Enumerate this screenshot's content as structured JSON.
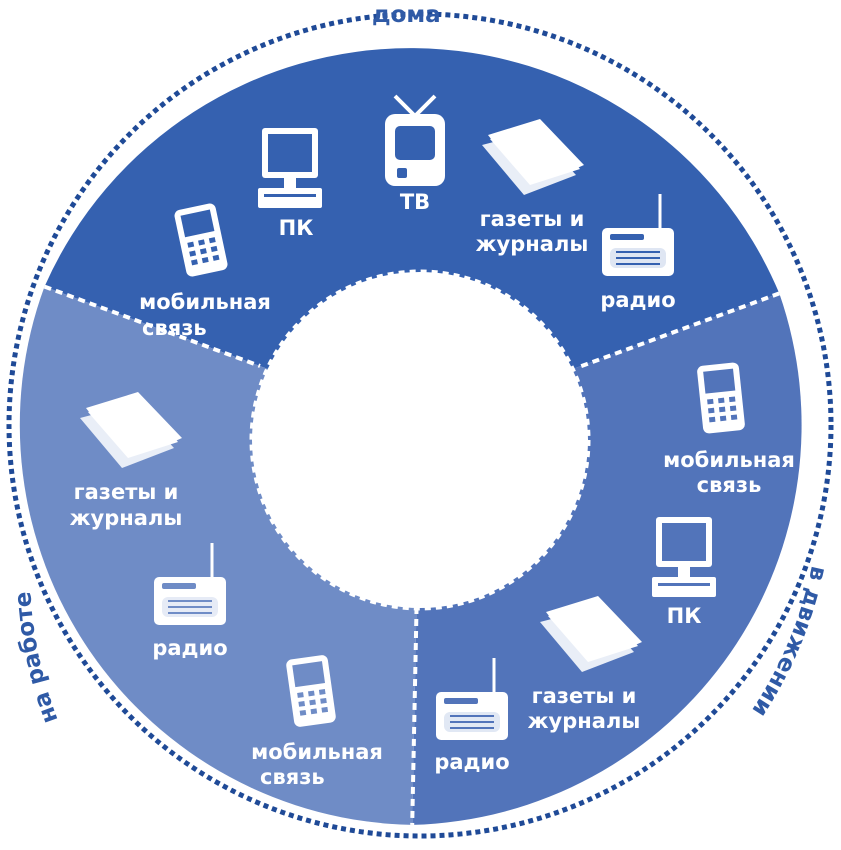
{
  "colors": {
    "home": "#3561b0",
    "work": "#6f8cc6",
    "moving": "#5274ba",
    "ring_text": "#2f5aa6",
    "dots": "#1f4a97",
    "white": "#ffffff"
  },
  "ring": {
    "home": "дома",
    "work": "на работе",
    "moving": "в движении"
  },
  "home": {
    "pc": "ПК",
    "tv": "ТВ",
    "press_1": "газеты и",
    "press_2": "журналы",
    "radio": "радио",
    "mobile_1": "мобильная",
    "mobile_2": "связь"
  },
  "work": {
    "press_1": "газеты и",
    "press_2": "журналы",
    "radio": "радио",
    "mobile_1": "мобильная",
    "mobile_2": "связь"
  },
  "moving": {
    "mobile_1": "мобильная",
    "mobile_2": "связь",
    "pc": "ПК",
    "press_1": "газеты и",
    "press_2": "журналы",
    "radio": "радио"
  },
  "icons": [
    "computer-icon",
    "tv-icon",
    "newspaper-icon",
    "radio-icon",
    "mobile-phone-icon"
  ]
}
